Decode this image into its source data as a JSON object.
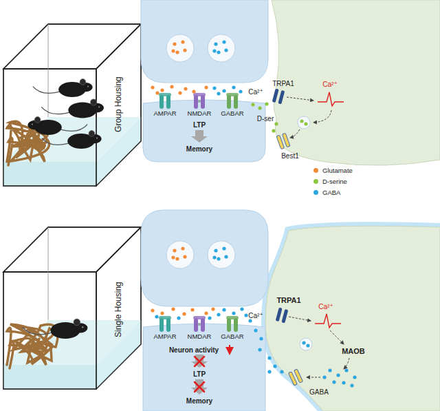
{
  "diagram": {
    "labels": [
      "Group Housing",
      "Single Housing",
      "TRPA1",
      "Ca²⁺",
      "Ca²⁺",
      "D-ser",
      "AMPAR",
      "NMDAR",
      "GABAR",
      "Best1",
      "LTP",
      "Memory",
      "TRPA1",
      "Ca²⁺",
      "Ca²⁺",
      "MAOB",
      "GABA",
      "AMPAR",
      "NMDAR",
      "GABAR",
      "Neuron activity",
      "LTP",
      "Memory"
    ],
    "legend": [
      {
        "text": "Glutamate",
        "color": "#f28c38"
      },
      {
        "text": "D-serine",
        "color": "#8dc63f"
      },
      {
        "text": "GABA",
        "color": "#2ba6de"
      }
    ]
  }
}
